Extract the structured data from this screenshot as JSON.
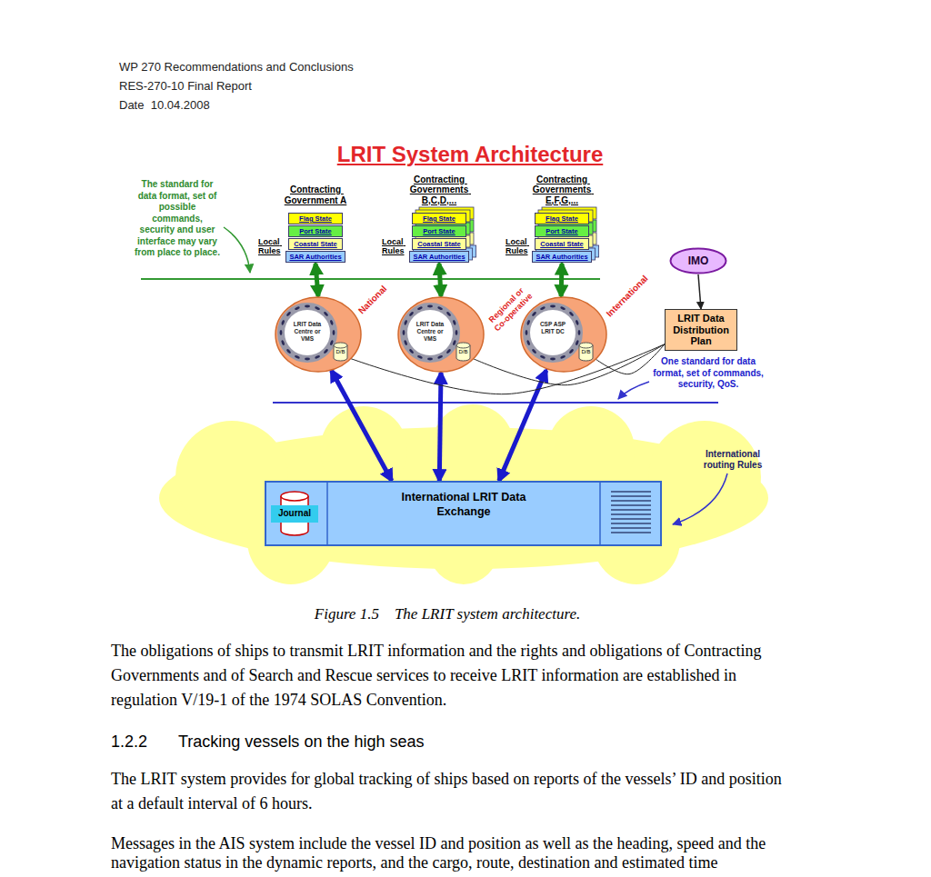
{
  "diagram": {
    "title": "LRIT System Architecture",
    "caption": "Figure 1.5    The LRIT system architecture.",
    "nodes": [
      {
        "text": [
          "Contracting Government A"
        ]
      },
      {
        "text": [
          "Flag State"
        ],
        "in": 0
      },
      {
        "text": [
          "Port State"
        ],
        "in": 0
      },
      {
        "text": [
          "Coastal State"
        ],
        "in": 0
      },
      {
        "text": [
          "SAR Authorities"
        ],
        "in": 0
      },
      {
        "text": [
          "Contracting Governments B,C,D,..."
        ]
      },
      {
        "text": [
          "Flag State"
        ],
        "in": 5
      },
      {
        "text": [
          "Port State"
        ],
        "in": 5
      },
      {
        "text": [
          "Coastal State"
        ],
        "in": 5
      },
      {
        "text": [
          "SAR Authorities"
        ],
        "in": 5
      },
      {
        "text": [
          "Contracting Governments E,F,G,..."
        ]
      },
      {
        "text": [
          "Flag State"
        ],
        "in": 10
      },
      {
        "text": [
          "Port State"
        ],
        "in": 10
      },
      {
        "text": [
          "Coastal State"
        ],
        "in": 10
      },
      {
        "text": [
          "SAR Authorities"
        ],
        "in": 10
      },
      {
        "text": [
          "National",
          "LRIT Data Centre or VMS"
        ]
      },
      {
        "text": [
          "D/B"
        ],
        "in": 15
      },
      {
        "text": [
          "Regional or Co-operative",
          "LRIT Data Centre or VMS"
        ]
      },
      {
        "text": [
          "D/B"
        ],
        "in": 17
      },
      {
        "text": [
          "International",
          "CSP ASP LRIT DC"
        ]
      },
      {
        "text": [
          "D/B"
        ],
        "in": 19
      },
      {
        "text": [
          "IMO"
        ]
      },
      {
        "text": [
          "LRIT Data Distribution Plan"
        ]
      },
      {
        "text": [
          "International LRIT Data Exchange"
        ]
      },
      {
        "text": [
          "Journal"
        ],
        "in": 23
      }
    ],
    "edges": [
      {
        "from": 0,
        "to": 15,
        "arrow": "both"
      },
      {
        "from": 5,
        "to": 17,
        "arrow": "both"
      },
      {
        "from": 10,
        "to": 19,
        "arrow": "both"
      },
      {
        "from": 15,
        "to": 23,
        "arrow": "both"
      },
      {
        "from": 17,
        "to": 23,
        "arrow": "both"
      },
      {
        "from": 19,
        "to": 23,
        "arrow": "both"
      },
      {
        "from": 21,
        "to": 22,
        "arrow": "to"
      },
      {
        "from": 22,
        "to": 16,
        "arrow": "none"
      },
      {
        "from": 22,
        "to": 18,
        "arrow": "none"
      },
      {
        "from": 22,
        "to": 20,
        "arrow": "none"
      }
    ],
    "labels": [
      "WP 270 Recommendations and Conclusions",
      "RES-270-10 Final Report",
      "Date  10.04.2008",
      "The standard for data format, set of possible commands, security and user interface may vary from place to place.",
      "Local Rules",
      "Local Rules",
      "Local Rules",
      "One standard for data format, set of commands, security, QoS.",
      "International routing Rules",
      "The obligations of ships to transmit LRIT information and the rights and obligations of Contracting Governments and of Search and Rescue services to receive LRIT information are established in regulation V/19-1 of the 1974 SOLAS Convention.",
      "1.2.2",
      "Tracking vessels on the high seas",
      "The LRIT system provides for global tracking of ships based on reports of the vessels’ ID and position at a default interval of 6 hours.",
      "Messages in the AIS system include the vessel ID and position as well as the heading, speed and the navigation status in the dynamic reports, and the cargo, route, destination and estimated time"
    ]
  }
}
